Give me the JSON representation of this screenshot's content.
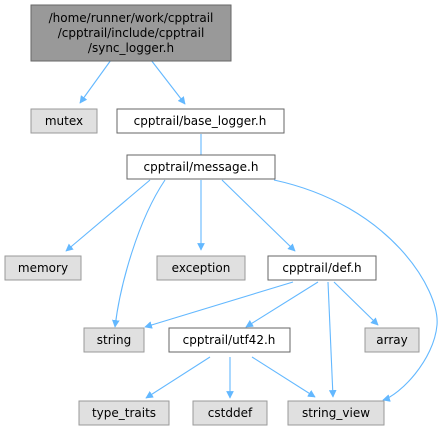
{
  "diagram": {
    "root": {
      "lines": [
        "/home/runner/work/cpptrail",
        "/cpptrail/include/cpptrail",
        "/sync_logger.h"
      ]
    },
    "nodes": {
      "mutex": "mutex",
      "base_logger": "cpptrail/base_logger.h",
      "message": "cpptrail/message.h",
      "memory": "memory",
      "exception": "exception",
      "def": "cpptrail/def.h",
      "string": "string",
      "utf42": "cpptrail/utf42.h",
      "array": "array",
      "type_traits": "type_traits",
      "cstddef": "cstddef",
      "string_view": "string_view"
    },
    "colors": {
      "root_fill": "#999999",
      "project_fill": "#ffffff",
      "system_fill": "#e0e0e0",
      "system_stroke": "#999999",
      "border": "#666666",
      "edge": "#63b8ff"
    }
  }
}
